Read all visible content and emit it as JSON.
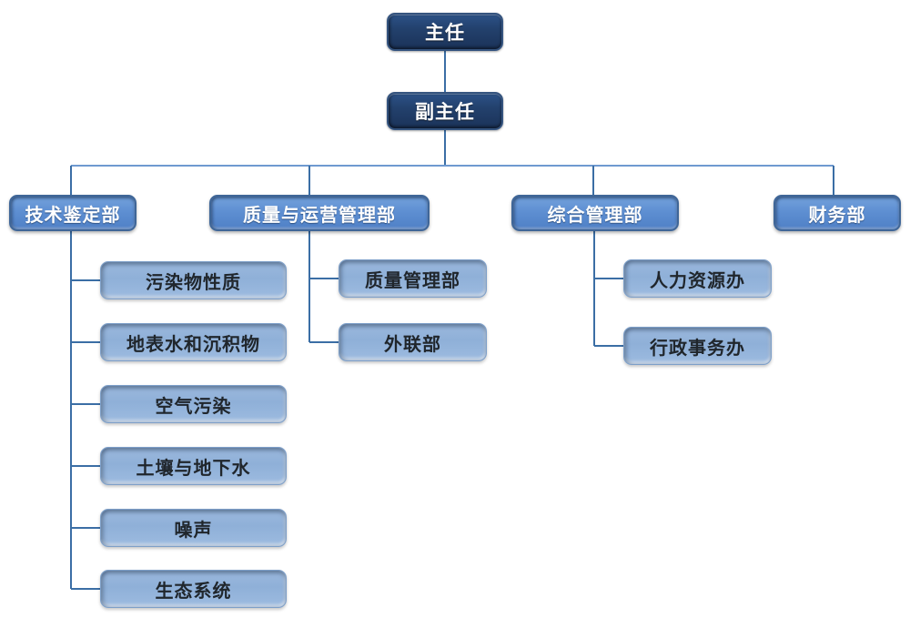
{
  "diagram": {
    "type": "organization-chart",
    "title": "",
    "colors": {
      "level1_fill": "#23416d",
      "level1_border": "#35547f",
      "level1_text": "#ffffff",
      "level2_fill": "#5e8fd2",
      "level2_border": "#3f6698",
      "level2_text": "#ffffff",
      "level3_fill": "#8fb0d8",
      "level3_border": "#7d9fc9",
      "level3_text": "#20262c",
      "connector": "#3b6ea5",
      "background": "#ffffff"
    }
  },
  "nodes": {
    "director": {
      "label": "主任",
      "level": 1
    },
    "deputy_director": {
      "label": "副主任",
      "level": 1
    },
    "dept_technical": {
      "label": "技术鉴定部",
      "level": 2
    },
    "dept_quality_ops": {
      "label": "质量与运营管理部",
      "level": 2
    },
    "dept_general": {
      "label": "综合管理部",
      "level": 2
    },
    "dept_finance": {
      "label": "财务部",
      "level": 2
    },
    "tech_children": [
      {
        "label": "污染物性质"
      },
      {
        "label": "地表水和沉积物"
      },
      {
        "label": "空气污染"
      },
      {
        "label": "土壤与地下水"
      },
      {
        "label": "噪声"
      },
      {
        "label": "生态系统"
      }
    ],
    "quality_children": [
      {
        "label": "质量管理部"
      },
      {
        "label": "外联部"
      }
    ],
    "general_children": [
      {
        "label": "人力资源办"
      },
      {
        "label": "行政事务办"
      }
    ]
  }
}
